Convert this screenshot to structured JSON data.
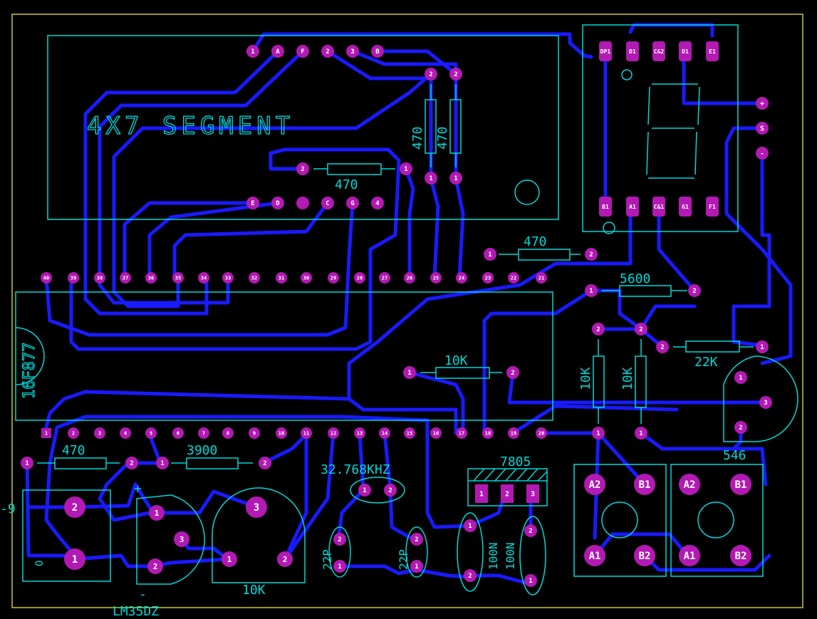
{
  "colors": {
    "background": "#000000",
    "trace": "#1a1aff",
    "pad": "#b319b3",
    "silkscreen": "#00d8d8",
    "outline": "#c8c832",
    "pad_text": "#ffffff"
  },
  "labels": {
    "display": "4X7 SEGMENT",
    "mcu": "16F877",
    "sensor": "LM35DZ",
    "sensor_plus": "+",
    "sensor_minus": "-",
    "edge_partial": "-9",
    "conn_o": "O",
    "crystal": "32.768KHZ",
    "regulator": "7805",
    "r_470_display": "470",
    "r_470_a": "470",
    "r_470_b": "470",
    "r_470_c": "470",
    "r_470_d": "470",
    "r_3900": "3900",
    "r_5600": "5600",
    "r_10k_a": "10K",
    "r_10k_b": "10K",
    "r_10k_c": "10K",
    "r_22k": "22K",
    "pot_10k": "10K",
    "trans_546": "546",
    "c_22p_a": "22P",
    "c_22p_b": "22P",
    "c_100n_a": "100N",
    "c_100n_b": "100N"
  },
  "pads": {
    "display_top": [
      "1",
      "A",
      "F",
      "2",
      "3",
      "B"
    ],
    "display_bottom": [
      "E",
      "D",
      "",
      "C",
      "G",
      "4"
    ],
    "mcu_top": [
      "40",
      "39",
      "38",
      "37",
      "36",
      "35",
      "34",
      "33",
      "32",
      "31",
      "30",
      "29",
      "28",
      "27",
      "26",
      "25",
      "24",
      "23",
      "22",
      "21"
    ],
    "mcu_bottom": [
      "1",
      "2",
      "3",
      "4",
      "5",
      "6",
      "7",
      "8",
      "9",
      "10",
      "11",
      "12",
      "13",
      "14",
      "15",
      "16",
      "17",
      "18",
      "19",
      "20"
    ],
    "seg_top": [
      "DP1",
      "D1",
      "C&2",
      "D1",
      "E1"
    ],
    "seg_bottom": [
      "B1",
      "A1",
      "C&1",
      "G1",
      "F1"
    ],
    "power": [
      "+",
      "S",
      "-"
    ],
    "switch_a": [
      "A2",
      "B1",
      "A1",
      "B2"
    ],
    "switch_b": [
      "A2",
      "B1",
      "A1",
      "B2"
    ],
    "reg": [
      "1",
      "2",
      "3"
    ],
    "n1": "1",
    "n2": "2",
    "n3": "3"
  }
}
